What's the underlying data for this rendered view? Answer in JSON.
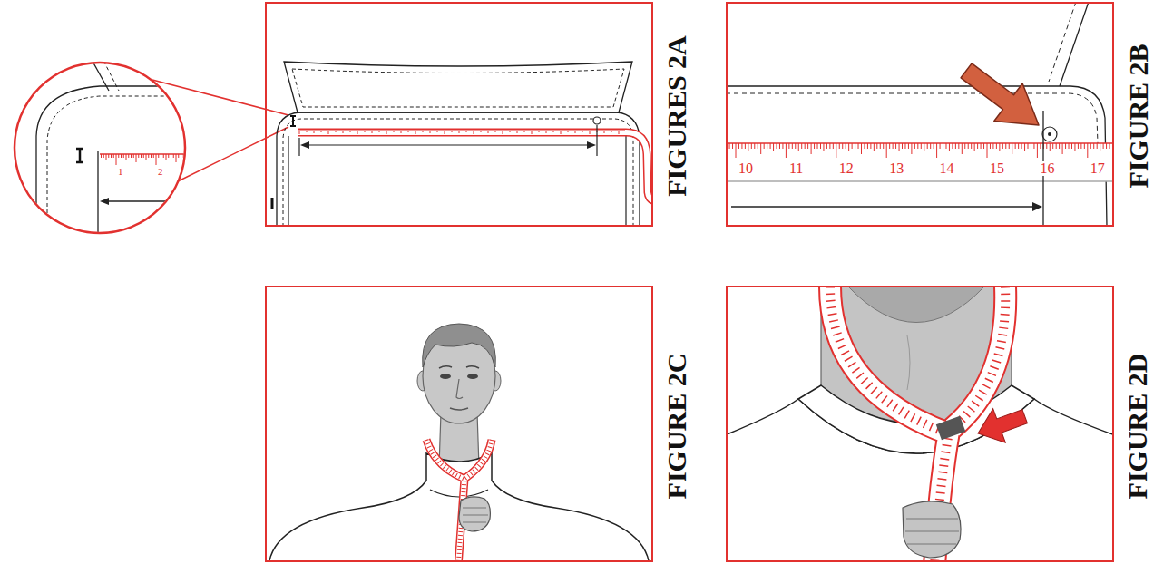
{
  "diagram": {
    "nodes": [
      {
        "text": [
          "FIGURES 2A"
        ]
      },
      {
        "text": [
          "FIGURE 2B"
        ]
      },
      {
        "text": [
          "FIGURE 2C"
        ]
      },
      {
        "text": [
          "FIGURE 2D"
        ]
      }
    ],
    "labels": [
      "1",
      "2",
      "10",
      "11",
      "12",
      "13",
      "14",
      "15",
      "16",
      "17"
    ]
  }
}
